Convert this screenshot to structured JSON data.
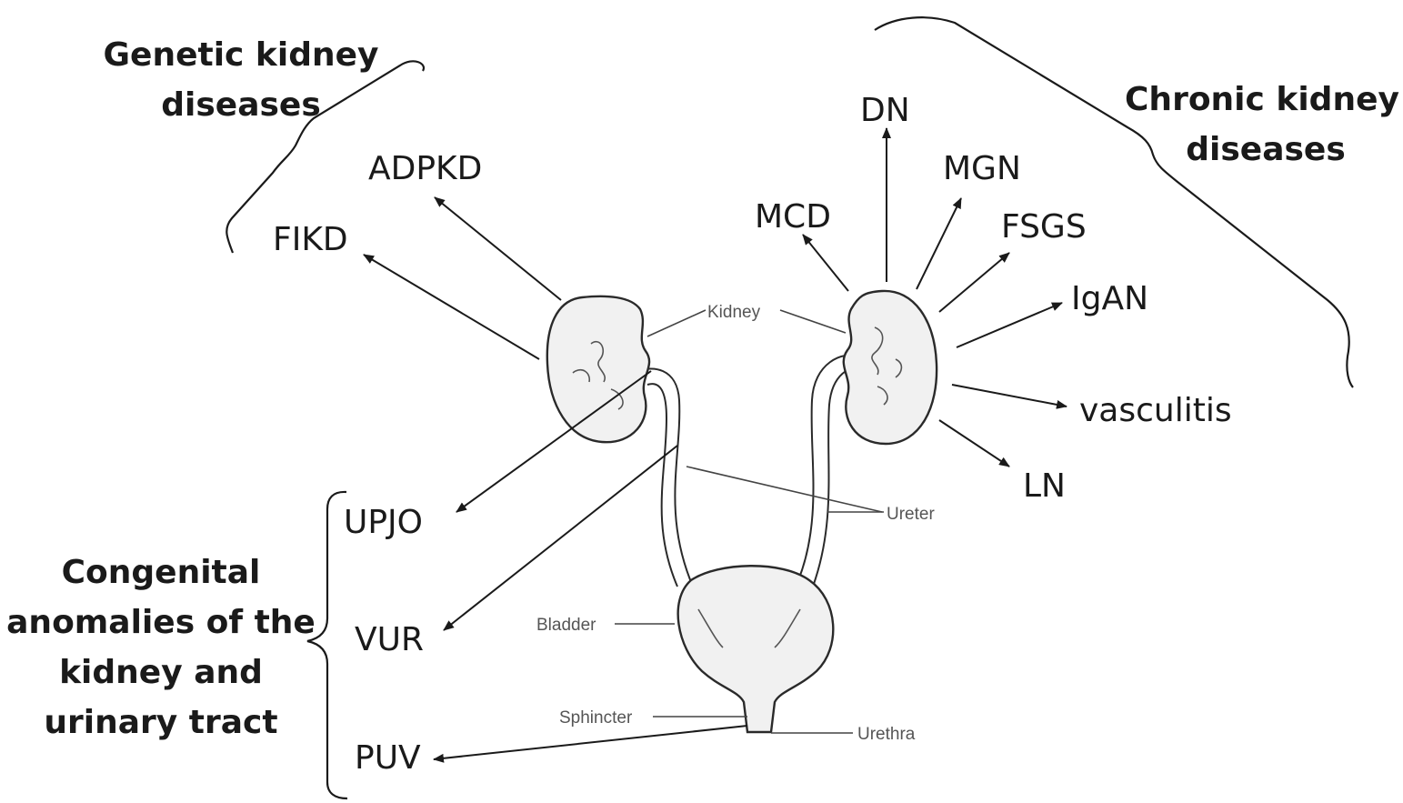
{
  "categories": {
    "genetic": [
      "Genetic kidney",
      "diseases"
    ],
    "chronic": [
      "Chronic kidney",
      "diseases"
    ],
    "congenital": [
      "Congenital",
      "anomalies of the",
      "kidney and",
      "urinary tract"
    ]
  },
  "diseases": {
    "adpkd": "ADPKD",
    "fikd": "FIKD",
    "dn": "DN",
    "mgn": "MGN",
    "mcd": "MCD",
    "fsgs": "FSGS",
    "igan": "IgAN",
    "vasculitis": "vasculitis",
    "ln": "LN",
    "upjo": "UPJO",
    "vur": "VUR",
    "puv": "PUV"
  },
  "anatomy": {
    "kidney": "Kidney",
    "ureter": "Ureter",
    "bladder": "Bladder",
    "sphincter": "Sphincter",
    "urethra": "Urethra"
  }
}
